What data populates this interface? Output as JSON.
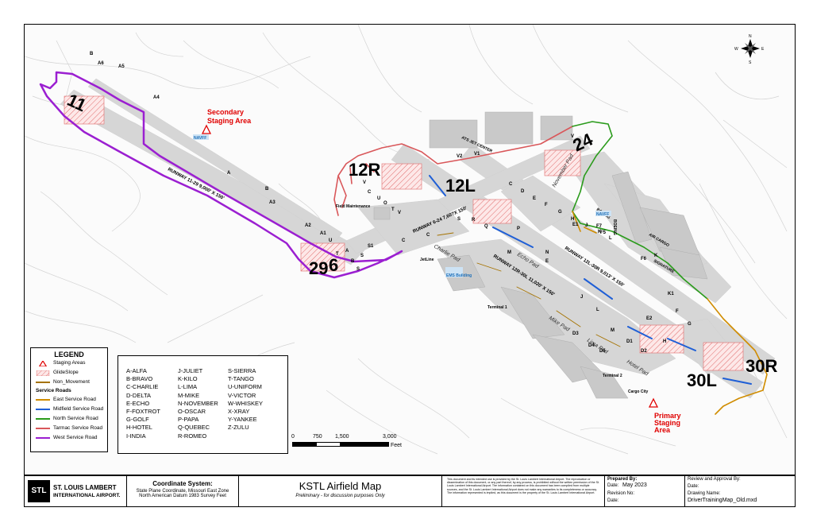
{
  "map": {
    "runways": {
      "r11": "11",
      "r29": "29",
      "r6": "6",
      "r12r": "12R",
      "r12l": "12L",
      "r24": "24",
      "r30r": "30R",
      "r30l": "30L",
      "rw_11_29": "RUNWAY 11-29 9,000' X 150'",
      "rw_6_24": "RUNWAY 6-24 7,60?X 150'",
      "rw_12r_30l": "RUNWAY 12R-30L 11,020' X 150'",
      "rw_12l_30r": "RUNWAY 12L-30R 9,013' X 150'"
    },
    "staging": {
      "secondary_1": "Secondary",
      "secondary_2": "Staging Area",
      "primary_1": "Primary",
      "primary_2": "Staging",
      "primary_3": "Area"
    },
    "buildings": {
      "ats": "ATS JET CENTER",
      "boeing1": "BOEING",
      "boeing2": "BOEING",
      "aircargo": "AIR CARGO",
      "signature": "SIGNATURE",
      "field_maint": "Field Maintenance",
      "jetline": "JetLine",
      "t1": "Terminal 1",
      "t2": "Terminal 2",
      "cargo_city": "Cargo City"
    },
    "pads": {
      "charlie": "Charlie Pad",
      "echo": "Echo Pad",
      "mike": "Mike Pad",
      "lima": "Lima Pad",
      "hotel": "Hotel Pad",
      "november": "November Pad"
    },
    "blue_tags": {
      "navaid1": "NAVFF",
      "navaid2": "NAVFF",
      "ems": "EMS Building"
    },
    "taxiways": [
      "B",
      "A6",
      "A5",
      "A4",
      "A",
      "B",
      "A3",
      "A2",
      "A1",
      "U",
      "T",
      "A",
      "B",
      "S",
      "S",
      "S1",
      "C",
      "C",
      "V",
      "C",
      "U",
      "O",
      "T",
      "V",
      "V2",
      "V1",
      "V",
      "S",
      "R",
      "Q",
      "P",
      "C",
      "D",
      "E",
      "F",
      "G",
      "H",
      "J",
      "K",
      "L",
      "M",
      "N",
      "E",
      "E2",
      "E1",
      "F7",
      "F5",
      "F6",
      "K",
      "K1",
      "F",
      "G",
      "H",
      "J",
      "L",
      "M",
      "D1",
      "D2",
      "D3",
      "D4",
      "D5"
    ]
  },
  "compass": {
    "n": "N",
    "s": "S",
    "e": "E",
    "w": "W"
  },
  "legend": {
    "title": "LEGEND",
    "staging": "Staging Areas",
    "glideslope": "GlideSlope",
    "nonmove": "Non_Movement",
    "service_head": "Service Roads",
    "east": "East Service Road",
    "midfield": "Midfield Service Road",
    "north": "North Service Road",
    "tarmac": "Tarmac Service Road",
    "west": "West Service Road",
    "colors": {
      "east": "#d08c00",
      "midfield": "#1f5fd6",
      "north": "#2a9b1b",
      "tarmac": "#d9575a",
      "west": "#9b1fd1"
    }
  },
  "phonetic": {
    "col1": [
      "A-ALFA",
      "B-BRAVO",
      "C-CHARLIE",
      "D-DELTA",
      "E-ECHO",
      "F-FOXTROT",
      "G-GOLF",
      "H-HOTEL",
      "I-INDIA"
    ],
    "col2": [
      "J-JULIET",
      "K-KILO",
      "L-LIMA",
      "M-MIKE",
      "N-NOVEMBER",
      "O-OSCAR",
      "P-PAPA",
      "Q-QUEBEC",
      "R-ROMEO"
    ],
    "col3": [
      "S-SIERRA",
      "T-TANGO",
      "U-UNIFORM",
      "V-VICTOR",
      "W-WHISKEY",
      "X-XRAY",
      "Y-YANKEE",
      "Z-ZULU"
    ]
  },
  "scale": {
    "t0": "0",
    "t1": "750",
    "t2": "1,500",
    "t3": "3,000",
    "unit": "Feet"
  },
  "titleblock": {
    "logo_abbr": "STL",
    "logo_line1": "ST. LOUIS LAMBERT",
    "logo_line2": "INTERNATIONAL AIRPORT.",
    "coord_title": "Coordinate System:",
    "coord_1": "State Plane Coordinate, Missouri East Zone",
    "coord_2": "North American Datum 1983 Survey Feet",
    "map_title": "KSTL Airfield Map",
    "map_sub": "Preliminary - for discussion purposes Only",
    "disclaimer": "This document and its intended use is provided by the St. Louis Lambert International Airport. The reproduction or dissemination of this document, or any part thereof, by any process, is prohibited without the written permission of the St. Louis Lambert International Airport. The information contained on this document has been compiled from multiple sources, and the St. Louis Lambert International Airport does not make any warranties to its completeness or accuracy. The information represented is implied, as this document is the property of the St. Louis Lambert International Airport.",
    "prepared_by": "Prepared By:",
    "date_label": "Date:",
    "date_val": "May 2023",
    "revision_label": "Revision No:",
    "date2_label": "Date:",
    "review_label": "Review and Approval By:",
    "date3_label": "Date:",
    "drawing_label": "Drawing Name:",
    "drawing_val": "DriverTrainingMap_Old.mxd"
  }
}
